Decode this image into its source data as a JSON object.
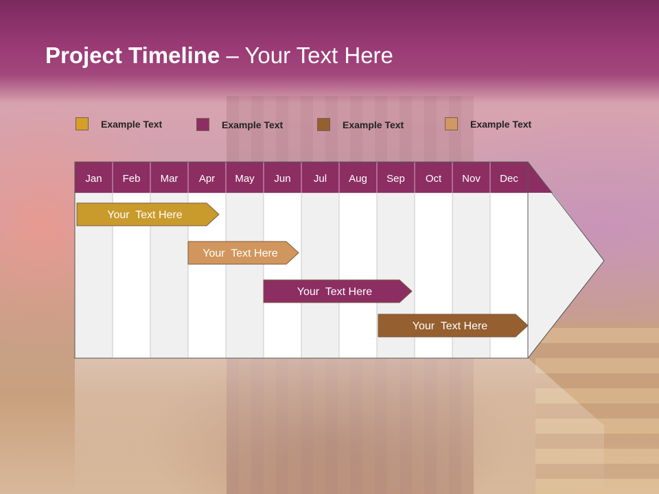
{
  "header": {
    "title_bold": "Project Timeline",
    "title_rest": " – Your Text Here"
  },
  "legend": [
    {
      "label": "Example Text",
      "color": "#d4a027"
    },
    {
      "label": "Example Text",
      "color": "#8c2e62"
    },
    {
      "label": "Example Text",
      "color": "#955f2f"
    },
    {
      "label": "Example Text",
      "color": "#d29863"
    }
  ],
  "timeline": {
    "months": [
      "Jan",
      "Feb",
      "Mar",
      "Apr",
      "May",
      "Jun",
      "Jul",
      "Aug",
      "Sep",
      "Oct",
      "Nov",
      "Dec"
    ],
    "header_color": "#8c2e62",
    "tasks": [
      {
        "label": "Your  Text Here",
        "start": "Jan",
        "end": "Apr",
        "color": "#c99a2c"
      },
      {
        "label": "Your  Text Here",
        "start": "Apr",
        "end": "Jun",
        "color": "#d1965d"
      },
      {
        "label": "Your  Text Here",
        "start": "Jun",
        "end": "Sep",
        "color": "#8c2e62"
      },
      {
        "label": "Your  Text Here",
        "start": "Sep",
        "end": "Dec",
        "color": "#955f2f"
      }
    ]
  }
}
